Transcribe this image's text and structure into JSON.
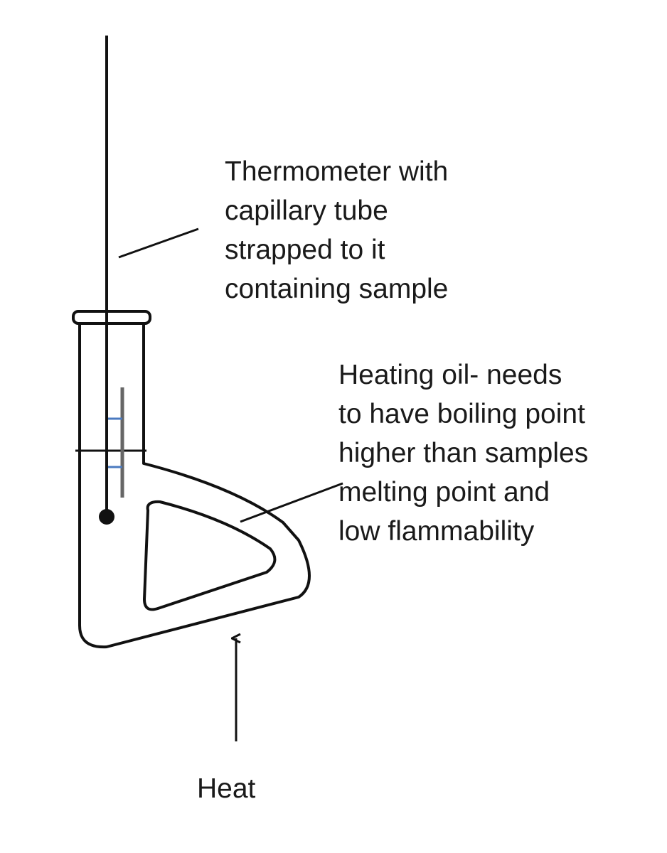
{
  "labels": {
    "thermometer": [
      "Thermometer with",
      "capillary tube",
      "strapped to it",
      "containing sample"
    ],
    "heating_oil": [
      "Heating oil- needs",
      "to have boiling point",
      "higher than samples",
      "melting point and",
      "low flammability"
    ],
    "heat": "Heat"
  },
  "colors": {
    "line": "#111111",
    "tube_marks": "#4a7ac0",
    "capillary": "#666666"
  }
}
